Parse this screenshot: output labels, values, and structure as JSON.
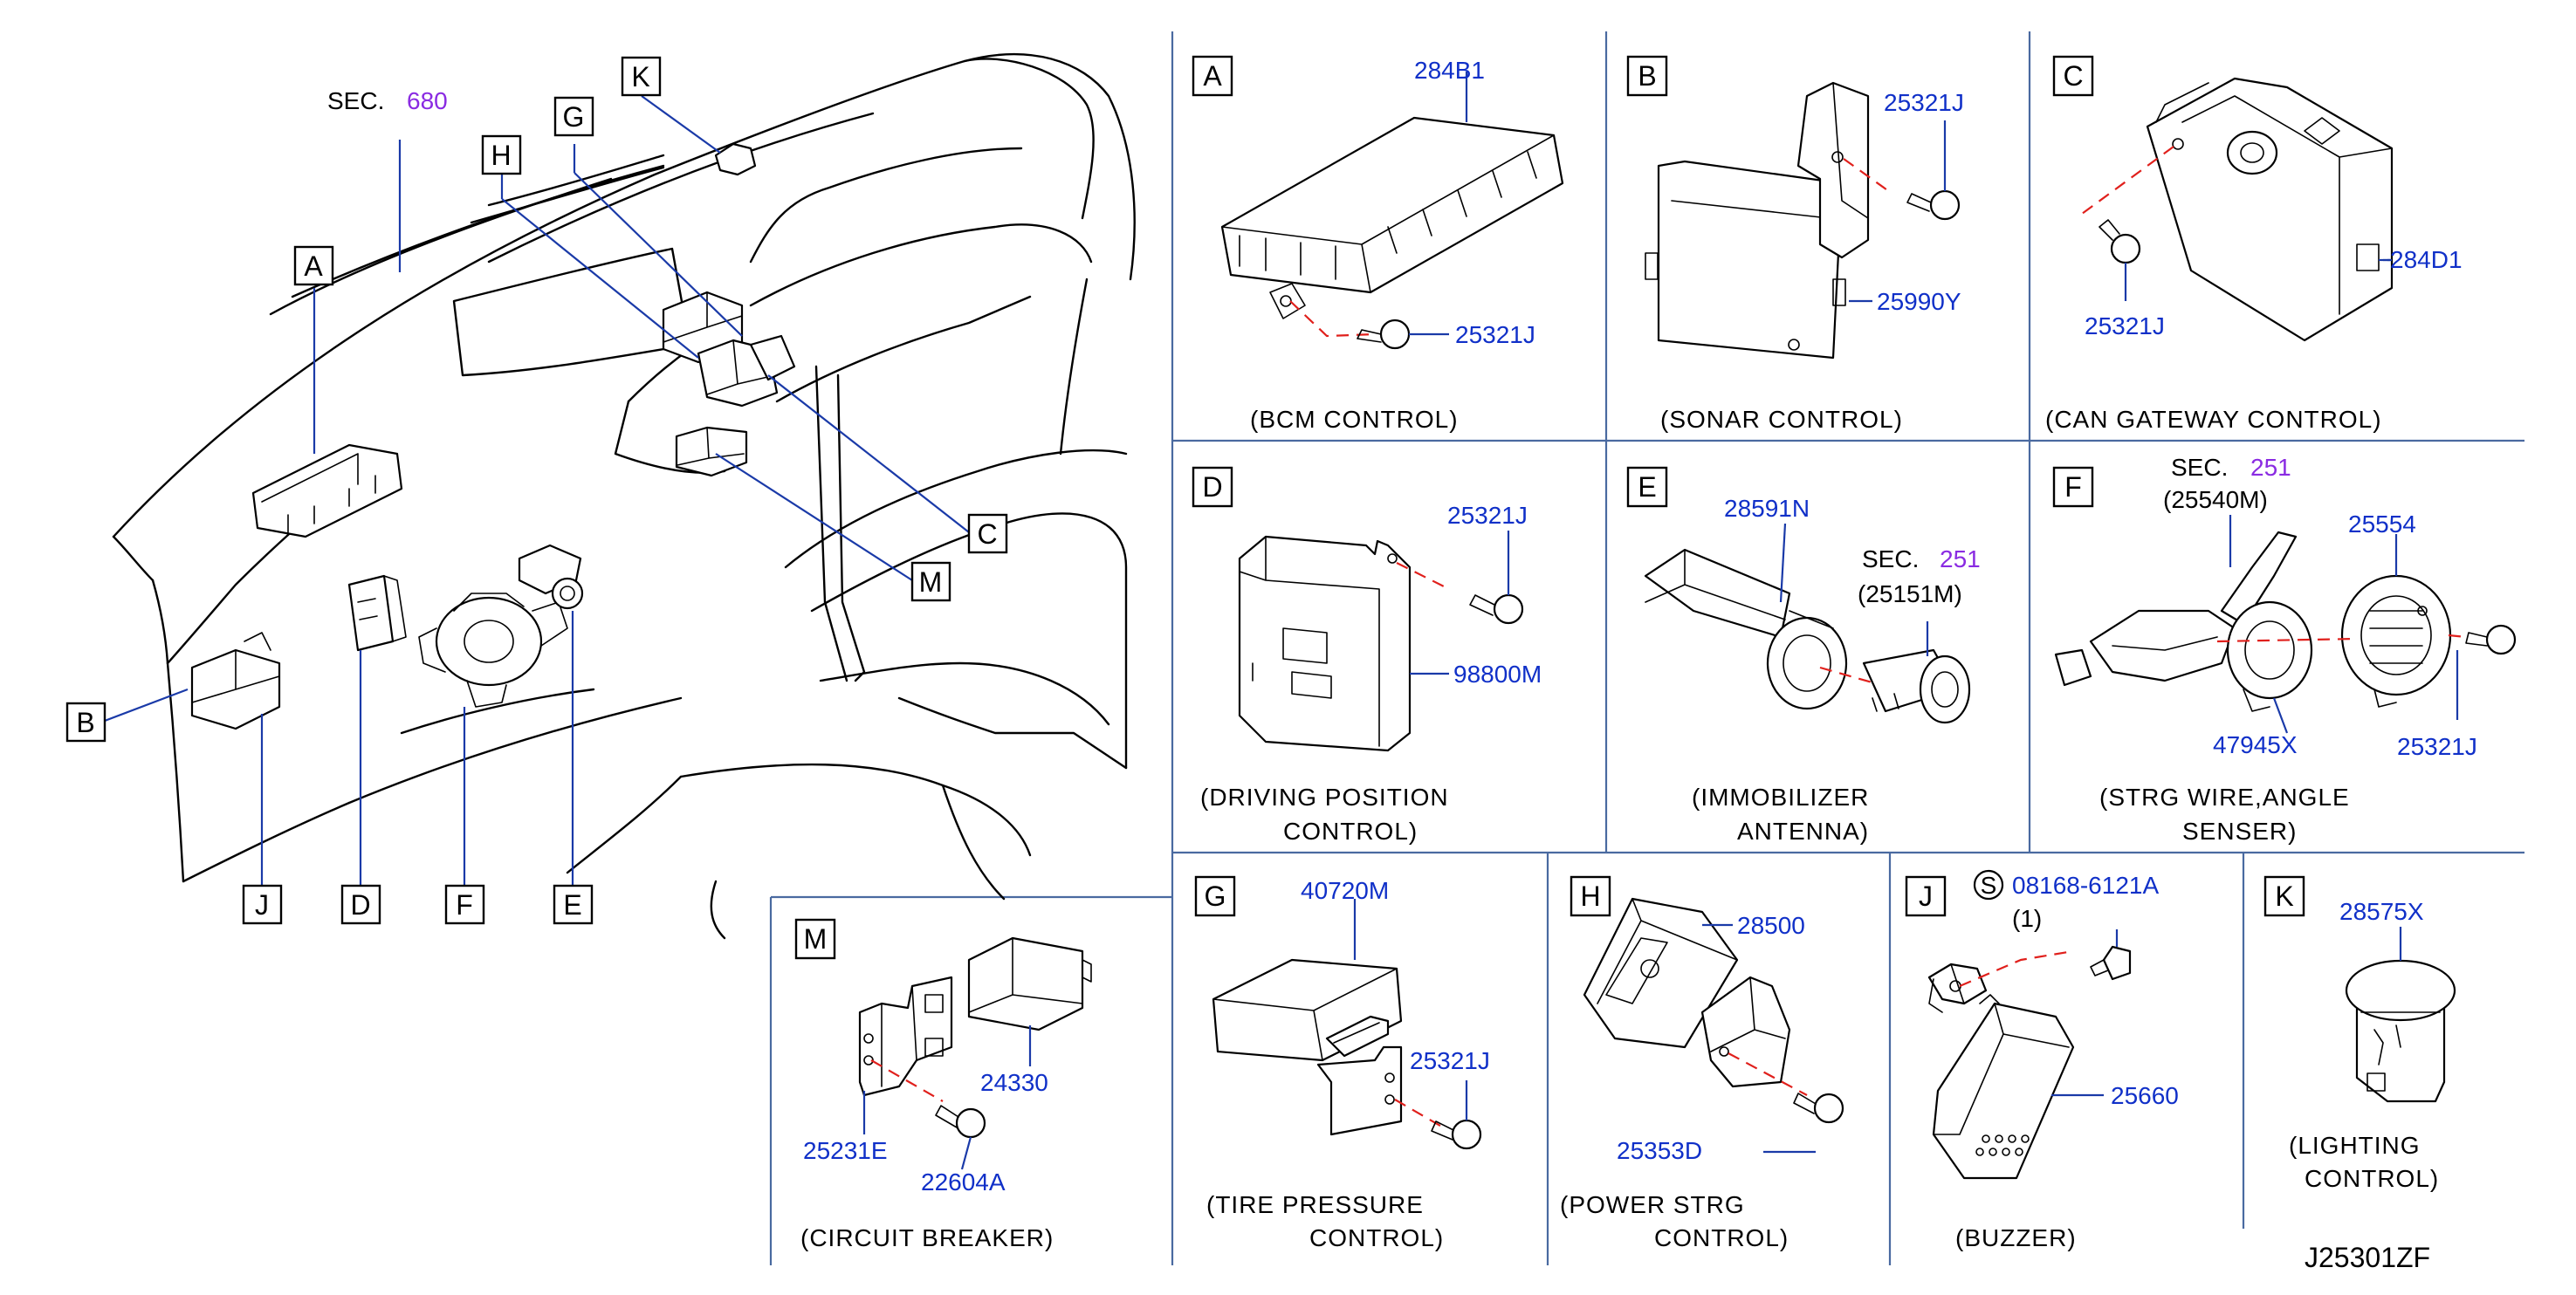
{
  "overview": {
    "sec_prefix": "SEC.",
    "sec_number": "680",
    "callouts": [
      "A",
      "B",
      "C",
      "D",
      "E",
      "F",
      "G",
      "H",
      "J",
      "K",
      "M"
    ]
  },
  "panels": {
    "A": {
      "letter": "A",
      "caption": [
        "(BCM   CONTROL)"
      ],
      "parts": [
        "284B1",
        "25321J"
      ]
    },
    "B": {
      "letter": "B",
      "caption": [
        "(SONAR   CONTROL)"
      ],
      "parts": [
        "25321J",
        "25990Y"
      ]
    },
    "C": {
      "letter": "C",
      "caption": [
        "(CAN   GATEWAY   CONTROL)"
      ],
      "parts": [
        "284D1",
        "25321J"
      ]
    },
    "D": {
      "letter": "D",
      "caption": [
        "(DRIVING   POSITION",
        "CONTROL)"
      ],
      "parts": [
        "25321J",
        "98800M"
      ]
    },
    "E": {
      "letter": "E",
      "caption": [
        "(IMMOBILIZER",
        "ANTENNA)"
      ],
      "parts": [
        "28591N"
      ],
      "sec_prefix": "SEC.",
      "sec_number": "251",
      "sec_ref": "(25151M)"
    },
    "F": {
      "letter": "F",
      "caption": [
        "(STRG   WIRE,ANGLE",
        "SENSER)"
      ],
      "parts": [
        "25554",
        "47945X",
        "25321J"
      ],
      "sec_prefix": "SEC.",
      "sec_number": "251",
      "sec_ref": "(25540M)"
    },
    "G": {
      "letter": "G",
      "caption": [
        "(TIRE   PRESSURE",
        "CONTROL)"
      ],
      "parts": [
        "40720M",
        "25321J"
      ]
    },
    "H": {
      "letter": "H",
      "caption": [
        "(POWER   STRG",
        "CONTROL)"
      ],
      "parts": [
        "28500",
        "25353D"
      ]
    },
    "J": {
      "letter": "J",
      "caption": [
        "(BUZZER)"
      ],
      "parts": [
        "08168-6121A",
        "25660"
      ],
      "bolt_symbol": "S",
      "qty": "(1)"
    },
    "K": {
      "letter": "K",
      "caption": [
        "(LIGHTING",
        "CONTROL)"
      ],
      "parts": [
        "28575X"
      ]
    },
    "M": {
      "letter": "M",
      "caption": [
        "(CIRCUIT   BREAKER)"
      ],
      "parts": [
        "24330",
        "25231E",
        "22604A"
      ]
    }
  },
  "drawing_id": "J25301ZF",
  "colors": {
    "part_number": "#1030c8",
    "section_ref": "#8a2be2",
    "dashed_axis": "#e0201c",
    "grid": "#4a6aa0"
  }
}
